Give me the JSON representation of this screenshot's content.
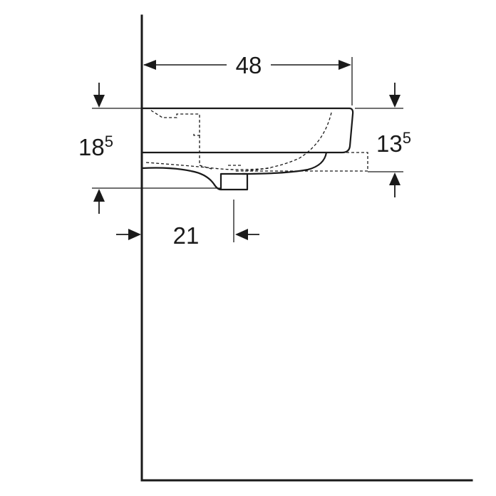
{
  "dimensions": {
    "depth": {
      "value": "48"
    },
    "rim_height_left": {
      "main": "18",
      "sup": "5"
    },
    "rim_height_right": {
      "main": "13",
      "sup": "5"
    },
    "drain_offset": {
      "value": "21"
    }
  },
  "colors": {
    "line": "#1a1a1a",
    "background": "#ffffff"
  }
}
